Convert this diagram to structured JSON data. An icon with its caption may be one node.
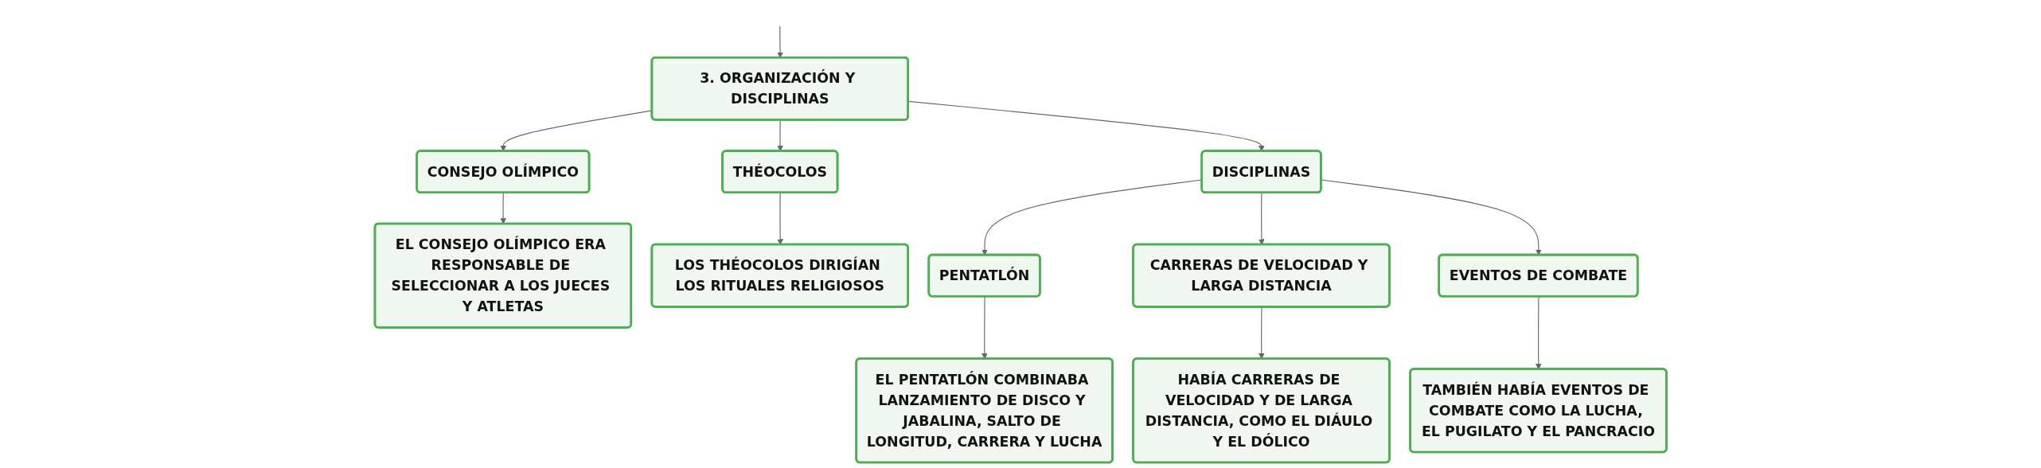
{
  "diagram": {
    "nodes": [
      {
        "text": [
          "3. ORGANIZACIÓN Y DISCIPLINAS"
        ]
      },
      {
        "text": [
          "CONSEJO OLÍMPICO"
        ]
      },
      {
        "text": [
          "EL CONSEJO OLÍMPICO ERA RESPONSABLE DE SELECCIONAR A LOS JUECES Y ATLETAS"
        ]
      },
      {
        "text": [
          "THÉOCOLOS"
        ]
      },
      {
        "text": [
          "LOS THÉOCOLOS DIRIGÍAN LOS RITUALES RELIGIOSOS"
        ]
      },
      {
        "text": [
          "DISCIPLINAS"
        ]
      },
      {
        "text": [
          "PENTATLÓN"
        ]
      },
      {
        "text": [
          "EL PENTATLÓN COMBINABA LANZAMIENTO DE DISCO Y JABALINA, SALTO DE LONGITUD, CARRERA Y LUCHA"
        ]
      },
      {
        "text": [
          "CARRERAS DE VELOCIDAD Y LARGA DISTANCIA"
        ]
      },
      {
        "text": [
          "HABÍA CARRERAS DE VELOCIDAD Y DE LARGA DISTANCIA, COMO EL DIÁULO Y EL DÓLICO"
        ]
      },
      {
        "text": [
          "EVENTOS DE COMBATE"
        ]
      },
      {
        "text": [
          "TAMBIÉN HABÍA EVENTOS DE COMBATE COMO LA LUCHA, EL PUGILATO Y EL PANCRACIO"
        ]
      }
    ],
    "edges": [
      {
        "from": null,
        "to": 0,
        "arrow": "to"
      },
      {
        "from": 0,
        "to": 1,
        "arrow": "to"
      },
      {
        "from": 1,
        "to": 2,
        "arrow": "to"
      },
      {
        "from": 0,
        "to": 3,
        "arrow": "to"
      },
      {
        "from": 3,
        "to": 4,
        "arrow": "to"
      },
      {
        "from": 0,
        "to": 5,
        "arrow": "to"
      },
      {
        "from": 5,
        "to": 6,
        "arrow": "to"
      },
      {
        "from": 6,
        "to": 7,
        "arrow": "to"
      },
      {
        "from": 5,
        "to": 8,
        "arrow": "to"
      },
      {
        "from": 8,
        "to": 9,
        "arrow": "to"
      },
      {
        "from": 5,
        "to": 10,
        "arrow": "to"
      },
      {
        "from": 10,
        "to": 11,
        "arrow": "to"
      }
    ]
  }
}
